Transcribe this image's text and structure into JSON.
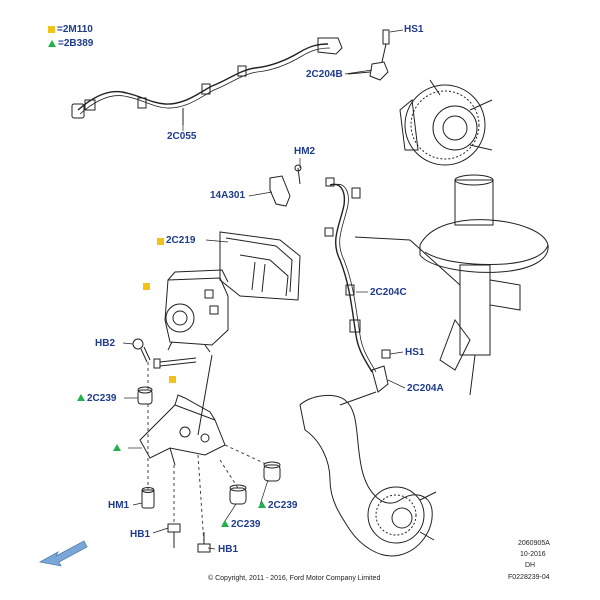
{
  "legend": {
    "square_code": "2M110",
    "triangle_code": "2B389"
  },
  "callouts": {
    "hs1_top": "HS1",
    "c2c204b": "2C204B",
    "c2c055": "2C055",
    "hm2": "HM2",
    "c14a301": "14A301",
    "c2c219": "2C219",
    "c2c204c": "2C204C",
    "hb2": "HB2",
    "hs1_mid": "HS1",
    "c2c239_left": "2C239",
    "c2c204a": "2C204A",
    "hm1": "HM1",
    "c2c239_right": "2C239",
    "c2c239_bottom": "2C239",
    "hb1_left": "HB1",
    "hb1_right": "HB1"
  },
  "footer": {
    "copyright": "© Copyright, 2011 - 2016, Ford Motor Company Limited",
    "ref_code": "2060905A",
    "date": "10-2016",
    "initials": "DH",
    "figure_id": "F0228239-04"
  },
  "colors": {
    "callout_text": "#1f3b8c",
    "square_marker": "#f2c21b",
    "triangle_marker": "#22b14c",
    "orientation_arrow": "#7aa7d6"
  }
}
